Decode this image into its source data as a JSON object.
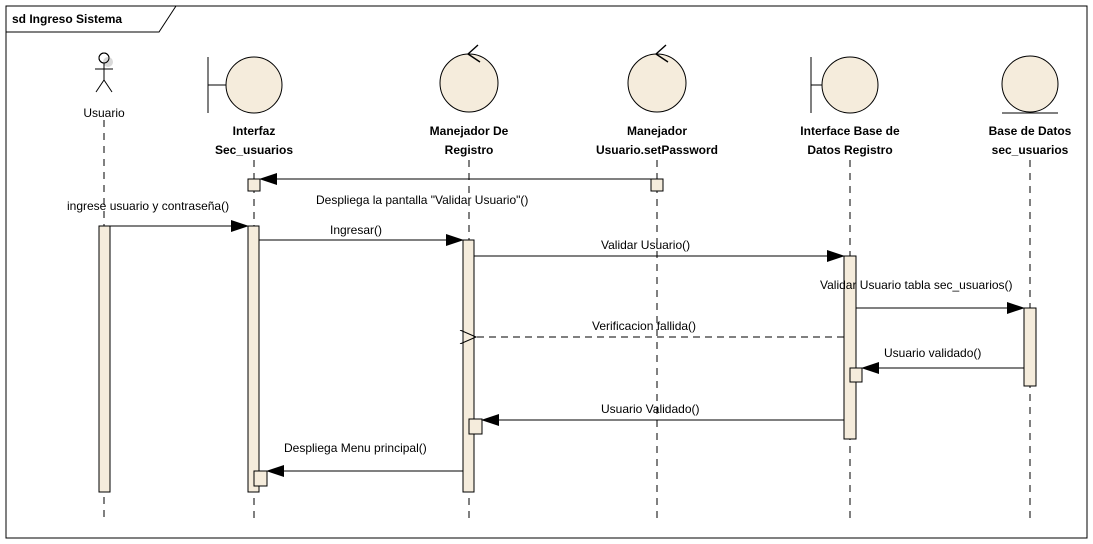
{
  "frame": {
    "title": "sd Ingreso Sistema"
  },
  "colors": {
    "fill": "#f5ecdc",
    "stroke": "#000000",
    "background": "#ffffff"
  },
  "lifelines": [
    {
      "id": "usuario",
      "kind": "actor",
      "icon": "actor-icon",
      "lines": [
        "Usuario"
      ]
    },
    {
      "id": "interfaz",
      "kind": "boundary",
      "icon": "boundary-icon",
      "lines": [
        "Interfaz",
        "Sec_usuarios"
      ]
    },
    {
      "id": "manejador-registro",
      "kind": "control",
      "icon": "control-icon",
      "lines": [
        "Manejador De",
        "Registro"
      ]
    },
    {
      "id": "manejador-password",
      "kind": "control",
      "icon": "control-icon",
      "lines": [
        "Manejador",
        "Usuario.setPassword"
      ]
    },
    {
      "id": "interface-bd",
      "kind": "boundary",
      "icon": "boundary-icon",
      "lines": [
        "Interface Base de",
        "Datos Registro"
      ]
    },
    {
      "id": "base-datos",
      "kind": "entity",
      "icon": "entity-icon",
      "lines": [
        "Base de Datos",
        "sec_usuarios"
      ]
    }
  ],
  "messages": [
    {
      "label": "Despliega la pantalla \"Validar Usuario\"()",
      "from": "manejador-password",
      "to": "interfaz",
      "style": "sync"
    },
    {
      "label": "ingrese usuario y contraseña()",
      "from": "usuario",
      "to": "interfaz",
      "style": "sync"
    },
    {
      "label": "Ingresar()",
      "from": "interfaz",
      "to": "manejador-registro",
      "style": "sync"
    },
    {
      "label": "Validar Usuario()",
      "from": "manejador-registro",
      "to": "interface-bd",
      "style": "sync"
    },
    {
      "label": "Validar Usuario tabla sec_usuarios()",
      "from": "interface-bd",
      "to": "base-datos",
      "style": "sync"
    },
    {
      "label": "Verificacion fallida()",
      "from": "interface-bd",
      "to": "manejador-registro",
      "style": "return"
    },
    {
      "label": "Usuario validado()",
      "from": "base-datos",
      "to": "interface-bd",
      "style": "sync"
    },
    {
      "label": "Usuario Validado()",
      "from": "interface-bd",
      "to": "manejador-registro",
      "style": "sync"
    },
    {
      "label": "Despliega Menu principal()",
      "from": "manejador-registro",
      "to": "interfaz",
      "style": "sync"
    }
  ]
}
